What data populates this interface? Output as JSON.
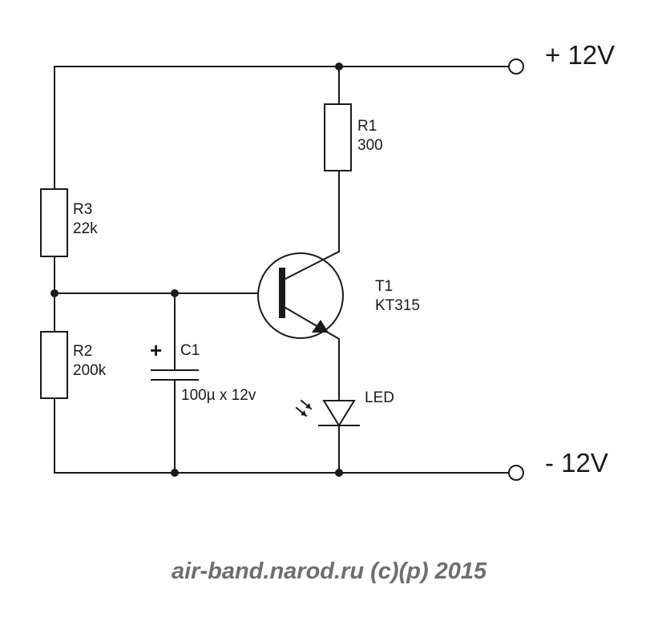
{
  "rails": {
    "positive": "+ 12V",
    "negative": "- 12V"
  },
  "components": {
    "r1": {
      "ref": "R1",
      "value": "300"
    },
    "r2": {
      "ref": "R2",
      "value": "200k"
    },
    "r3": {
      "ref": "R3",
      "value": "22k"
    },
    "c1": {
      "ref": "C1",
      "value": "100µ x 12v",
      "polarity": "+"
    },
    "t1": {
      "ref": "T1",
      "value": "KT315"
    },
    "led": {
      "ref": "LED"
    }
  },
  "credit": "air-band.narod.ru (c)(p) 2015",
  "colors": {
    "ink": "#1a1a1a",
    "credit": "#6e6e6e",
    "background": "#ffffff"
  }
}
